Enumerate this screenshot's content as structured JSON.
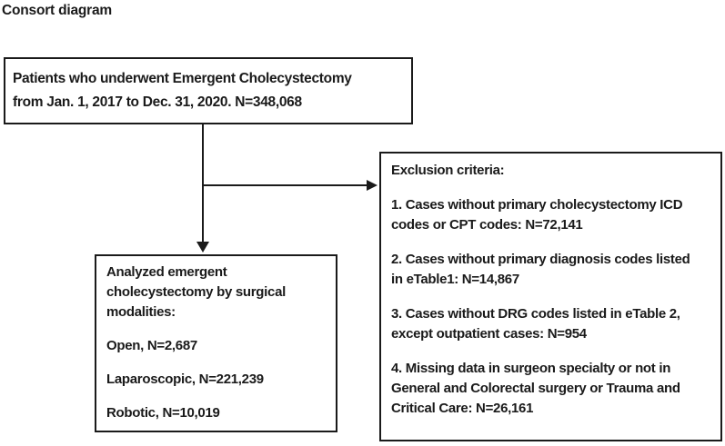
{
  "page": {
    "title": "Consort diagram"
  },
  "colors": {
    "ink": "#1a1a1a",
    "background": "#ffffff"
  },
  "top_box": {
    "lines": [
      "Patients who underwent Emergent Cholecystectomy",
      "from Jan. 1, 2017 to Dec. 31, 2020. N=348,068"
    ]
  },
  "exclusion_box": {
    "heading": "Exclusion criteria:",
    "items": [
      {
        "lines": [
          "1. Cases without primary cholecystectomy ICD",
          "codes or CPT codes: N=72,141"
        ]
      },
      {
        "lines": [
          "2. Cases without primary diagnosis codes listed",
          "in eTable1: N=14,867"
        ]
      },
      {
        "lines": [
          "3. Cases without DRG codes listed in eTable 2,",
          "except outpatient cases: N=954"
        ]
      },
      {
        "lines": [
          "4. Missing data in surgeon specialty or not in",
          "General and Colorectal surgery or Trauma and",
          "Critical Care: N=26,161"
        ]
      }
    ]
  },
  "modalities_box": {
    "heading_lines": [
      "Analyzed emergent",
      "cholecystectomy by surgical",
      "modalities:"
    ],
    "items": [
      "Open, N=2,687",
      "Laparoscopic, N=221,239",
      "Robotic, N=10,019"
    ]
  }
}
